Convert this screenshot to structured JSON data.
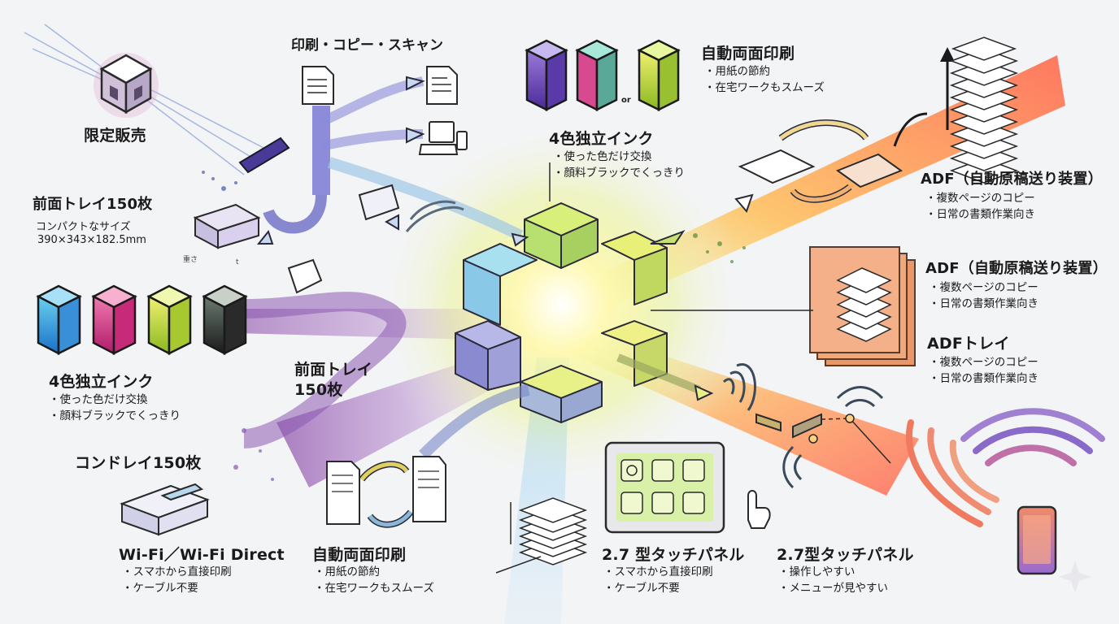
{
  "labels": {
    "limited": "限定販売",
    "print_copy_scan": "印刷・コピー・スキャン",
    "front_tray_top": {
      "title": "前面トレイ150枚",
      "sub1": "コンパクトなサイズ",
      "sub2": "390×343×182.5mm"
    },
    "dimension_hint": {
      "a": "重さ",
      "b": "t"
    },
    "ink_left": {
      "title": "4色独立インク",
      "items": [
        "使った色だけ交換",
        "顔料ブラックでくっきり"
      ]
    },
    "front_tray_mid": {
      "line1": "前面トレイ",
      "line2": "150枚"
    },
    "con_tray": "コンドレイ150枚",
    "wifi": {
      "title": "Wi-Fi／Wi-Fi Direct",
      "items": [
        "スマホから直接印刷",
        "ケーブル不要"
      ]
    },
    "duplex_bottom": {
      "title": "自動両面印刷",
      "items": [
        "用紙の節約",
        "在宅ワークもスムーズ"
      ]
    },
    "panel_bottom_mid": {
      "title": "2.7 型タッチパネル",
      "items": [
        "スマホから直接印刷",
        "ケーブル不要"
      ]
    },
    "panel_bottom_right": {
      "title": "2.7型タッチパネル",
      "items": [
        "操作しやすい",
        "メニューが見やすい"
      ]
    },
    "ink_top": {
      "or": "or",
      "title": "4色独立インク",
      "items": [
        "使った色だけ交換",
        "顔料ブラックでくっきり"
      ]
    },
    "duplex_top": {
      "title": "自動両面印刷",
      "items": [
        "用紙の節約",
        "在宅ワークもスムーズ"
      ]
    },
    "adf_top": {
      "title": "ADF（自動原稿送り装置）",
      "items": [
        "複数ページのコピー",
        "日常の書類作業向き"
      ]
    },
    "adf_mid": {
      "title": "ADF（自動原稿送り装置）",
      "items": [
        "複数ページのコピー",
        "日常の書類作業向き"
      ]
    },
    "adf_tray": {
      "title": "ADFトレイ",
      "items": [
        "複数ページのコピー",
        "日常の書類作業向き"
      ]
    }
  },
  "colors": {
    "cyan": "#2aa6e6",
    "magenta": "#d0307e",
    "yellow": "#c8d820",
    "black": "#3a3a3a",
    "purple": "#7a5aa8",
    "orange": "#f07a50",
    "glow": "#fff6a8"
  },
  "icons": [
    "cube-icon",
    "document-icon",
    "laptop-icon",
    "printer-icon",
    "ink-cartridge-icon",
    "tablet-panel-icon",
    "smartphone-icon",
    "wifi-icon",
    "hand-pointer-icon",
    "paper-stack-icon",
    "sparkle-icon"
  ]
}
